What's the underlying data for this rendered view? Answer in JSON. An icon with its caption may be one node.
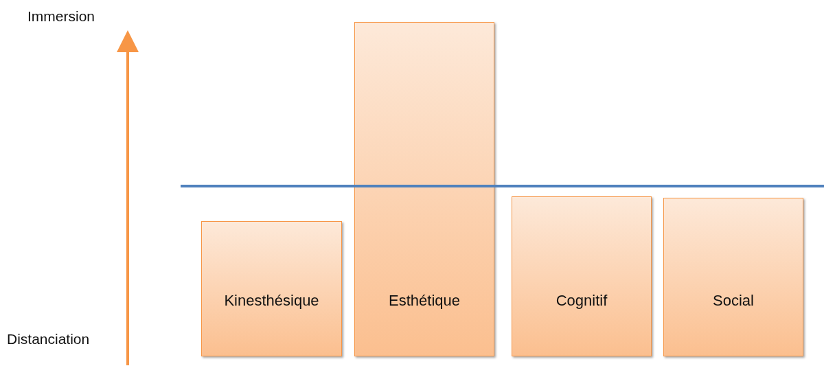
{
  "diagram": {
    "nodes": [
      {
        "text": [
          "Kinesthésique"
        ]
      },
      {
        "text": [
          "Esthétique"
        ]
      },
      {
        "text": [
          "Cognitif"
        ]
      },
      {
        "text": [
          "Social"
        ]
      }
    ],
    "labels": [
      "Immersion",
      "Distanciation"
    ]
  }
}
